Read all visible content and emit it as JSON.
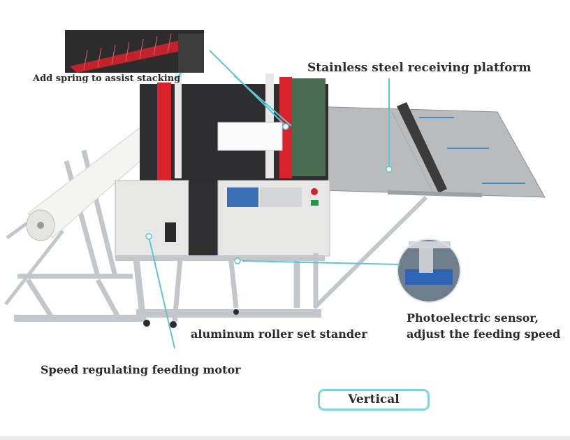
{
  "callouts": {
    "spring": "Add spring to assist stacking",
    "platform": "Stainless steel receiving platform",
    "sensor_line1": "Photoelectric sensor,",
    "sensor_line2": "adjust the feeding speed",
    "roller": "aluminum roller set stander",
    "motor": "Speed regulating feeding motor"
  },
  "buttons": {
    "vertical": "Vertical"
  },
  "colors": {
    "leader_line": "#5cc6d3",
    "frame": "#c3c7cc",
    "machine_body": "#e7e8e6",
    "red_rollers": "#d8222c",
    "platform": "#b9bbbd",
    "button_border": "#7fd6d6"
  }
}
